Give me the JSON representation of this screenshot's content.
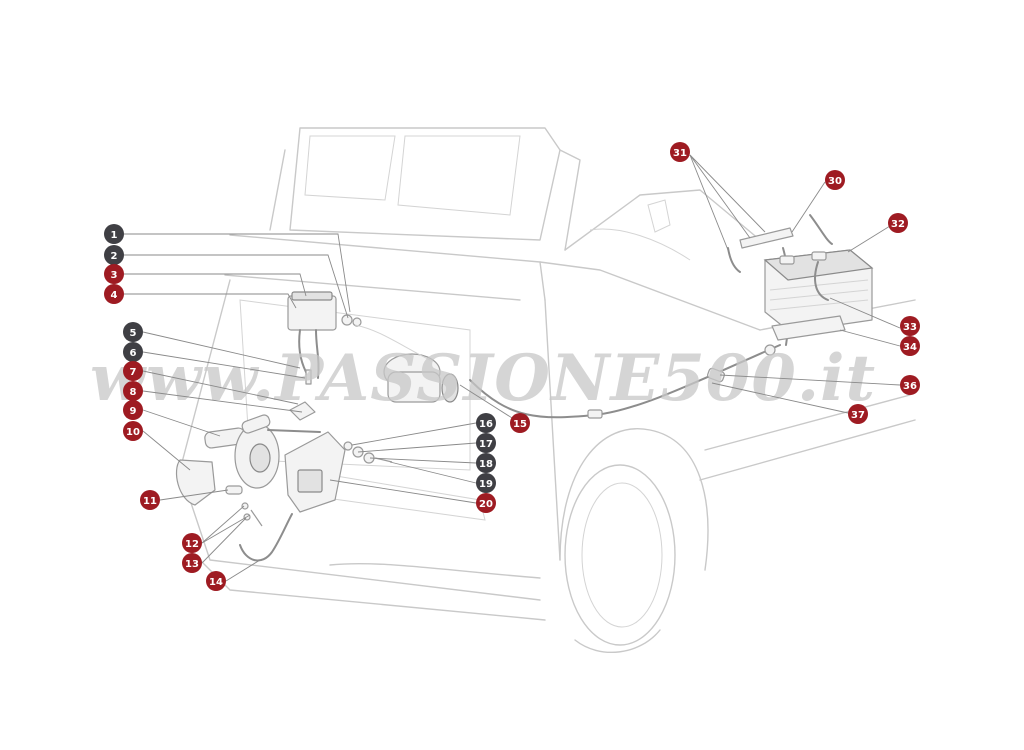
{
  "colors": {
    "callout_dark": "#3f3f44",
    "callout_red": "#9e1b22",
    "drawing_line": "#c9c9c9",
    "part_line": "#9a9a9a",
    "watermark": "#c8c8c8"
  },
  "watermark": "www.PASSIONE500.it",
  "callouts": [
    {
      "label": "1",
      "tone": "dark"
    },
    {
      "label": "2",
      "tone": "dark"
    },
    {
      "label": "3",
      "tone": "red"
    },
    {
      "label": "4",
      "tone": "red"
    },
    {
      "label": "5",
      "tone": "dark"
    },
    {
      "label": "6",
      "tone": "dark"
    },
    {
      "label": "7",
      "tone": "red"
    },
    {
      "label": "8",
      "tone": "red"
    },
    {
      "label": "9",
      "tone": "red"
    },
    {
      "label": "10",
      "tone": "red"
    },
    {
      "label": "11",
      "tone": "red"
    },
    {
      "label": "12",
      "tone": "red"
    },
    {
      "label": "13",
      "tone": "red"
    },
    {
      "label": "14",
      "tone": "red"
    },
    {
      "label": "15",
      "tone": "red"
    },
    {
      "label": "16",
      "tone": "dark"
    },
    {
      "label": "17",
      "tone": "dark"
    },
    {
      "label": "18",
      "tone": "dark"
    },
    {
      "label": "19",
      "tone": "dark"
    },
    {
      "label": "20",
      "tone": "red"
    },
    {
      "label": "30",
      "tone": "red"
    },
    {
      "label": "31",
      "tone": "red"
    },
    {
      "label": "32",
      "tone": "red"
    },
    {
      "label": "33",
      "tone": "red"
    },
    {
      "label": "34",
      "tone": "red"
    },
    {
      "label": "36",
      "tone": "red"
    },
    {
      "label": "37",
      "tone": "red"
    }
  ]
}
